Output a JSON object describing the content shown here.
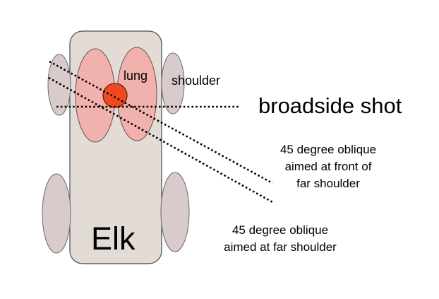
{
  "labels": {
    "animal": "Elk",
    "lung": "lung",
    "shoulder": "shoulder",
    "broadside": "broadside shot",
    "oblique_front_line1": "45 degree oblique",
    "oblique_front_line2": "aimed at front of",
    "oblique_front_line3": "far shoulder",
    "oblique_far_line1": "45 degree oblique",
    "oblique_far_line2": "aimed at far shoulder"
  },
  "colors": {
    "body": "#e3dbd6",
    "limbs": "#d9cbcb",
    "lungs": "#f1b1ad",
    "heart": "#ee4a22"
  }
}
